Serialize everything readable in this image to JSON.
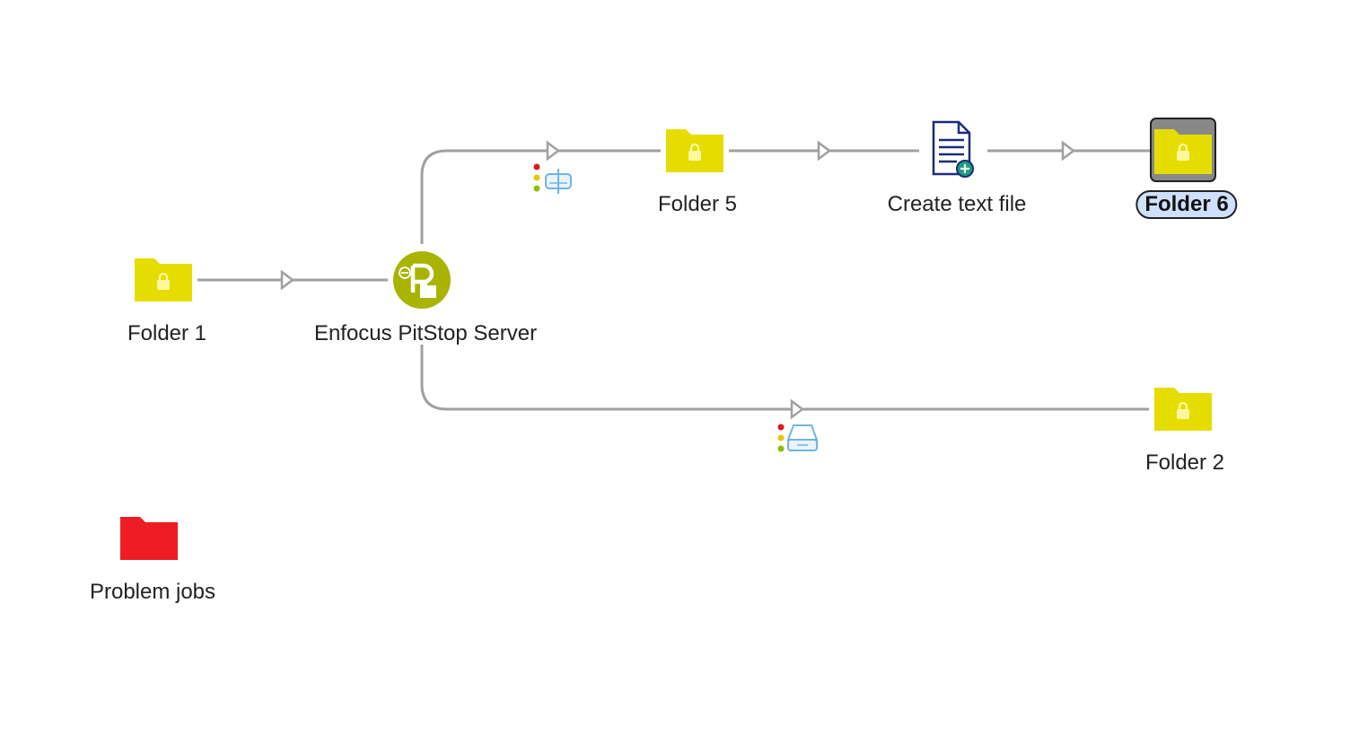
{
  "colors": {
    "folder": "#e6dd00",
    "folder_lock": "#fff8a0",
    "problem_folder": "#ee1c25",
    "connection": "#a0a0a0",
    "pitstop": "#a8b400",
    "document": "#1e2a7a",
    "selection_bg": "#cfe0ff",
    "selection_frame": "#888888",
    "traffic_red": "#d61c1c",
    "traffic_yellow": "#e6c800",
    "traffic_green": "#8cbf00",
    "hold_icon": "#6fb4e6"
  },
  "nodes": {
    "folder1": {
      "label": "Folder 1",
      "icon": "locked-folder-icon"
    },
    "pitstop": {
      "label": "Enfocus PitStop Server",
      "icon": "pitstop-server-icon"
    },
    "folder5": {
      "label": "Folder 5",
      "icon": "locked-folder-icon"
    },
    "create_text": {
      "label": "Create text file",
      "icon": "create-text-file-icon"
    },
    "folder6": {
      "label": "Folder 6",
      "icon": "locked-folder-icon",
      "selected": true
    },
    "folder2": {
      "label": "Folder 2",
      "icon": "locked-folder-icon"
    },
    "problem": {
      "label": "Problem jobs",
      "icon": "problem-folder-icon"
    }
  },
  "connections": [
    {
      "from": "folder1",
      "to": "pitstop"
    },
    {
      "from": "pitstop",
      "to": "folder5",
      "badge": "traffic-light-connection-icon"
    },
    {
      "from": "folder5",
      "to": "create_text"
    },
    {
      "from": "create_text",
      "to": "folder6"
    },
    {
      "from": "pitstop",
      "to": "folder2",
      "badge": "traffic-light-connection-icon"
    }
  ]
}
